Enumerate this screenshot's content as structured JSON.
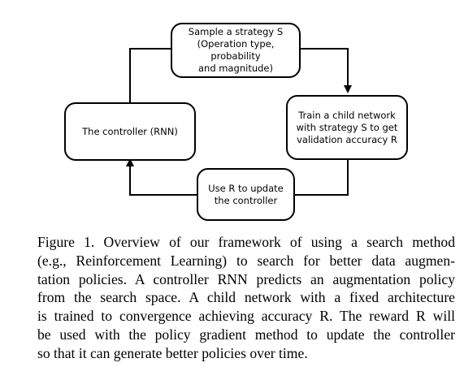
{
  "diagram": {
    "nodes": {
      "sample": "Sample a strategy S\n(Operation type, probability\nand magnitude)",
      "train": "Train a child network\nwith strategy S to get\nvalidation accuracy R",
      "update": "Use R to update\nthe controller",
      "controller": "The controller (RNN)"
    }
  },
  "caption": {
    "lines": [
      "Figure 1. Overview of our framework of using a search method",
      "(e.g., Reinforcement Learning) to search for better data augmen-",
      "tation policies. A controller RNN predicts an augmentation policy",
      "from the search space. A child network with a fixed architecture",
      "is trained to convergence achieving accuracy R. The reward R will",
      "be used with the policy gradient method to update the controller",
      "so that it can generate better policies over time."
    ]
  }
}
